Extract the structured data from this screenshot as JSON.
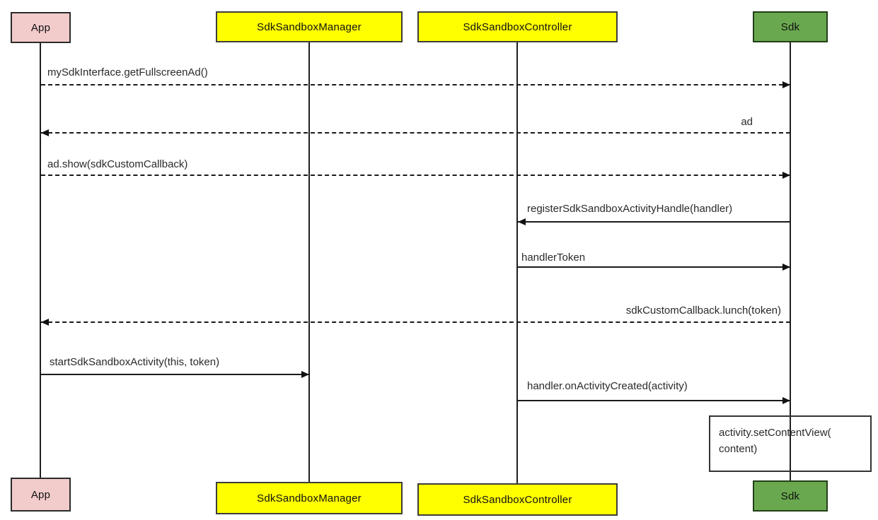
{
  "diagram": {
    "type": "uml-sequence-diagram",
    "background_color": "#ffffff",
    "actors": [
      {
        "id": "app",
        "label": "App",
        "fill": "#f2cbcb",
        "border": "#2b2b2b"
      },
      {
        "id": "sdk-sandbox-manager",
        "label": "SdkSandboxManager",
        "fill": "#ffff00",
        "border": "#3d3d3d"
      },
      {
        "id": "sdk-sandbox-controller",
        "label": "SdkSandboxController",
        "fill": "#ffff00",
        "border": "#3d3d3d"
      },
      {
        "id": "sdk",
        "label": "Sdk",
        "fill": "#6aa84f",
        "border": "#233f18"
      }
    ],
    "messages": [
      {
        "label": "mySdkInterface.getFullscreenAd()",
        "from": "app",
        "to": "sdk",
        "style": "dashed"
      },
      {
        "label": "ad",
        "from": "sdk",
        "to": "app",
        "style": "dashed"
      },
      {
        "label": "ad.show(sdkCustomCallback)",
        "from": "app",
        "to": "sdk",
        "style": "dashed"
      },
      {
        "label": "registerSdkSandboxActivityHandle(handler)",
        "from": "sdk",
        "to": "sdk-sandbox-controller",
        "style": "solid"
      },
      {
        "label": "handlerToken",
        "from": "sdk-sandbox-controller",
        "to": "sdk",
        "style": "solid"
      },
      {
        "label": "sdkCustomCallback.lunch(token)",
        "from": "sdk",
        "to": "app",
        "style": "dashed"
      },
      {
        "label": "startSdkSandboxActivity(this, token)",
        "from": "app",
        "to": "sdk-sandbox-manager",
        "style": "solid"
      },
      {
        "label": "handler.onActivityCreated(activity)",
        "from": "sdk-sandbox-controller",
        "to": "sdk",
        "style": "solid"
      }
    ],
    "note": {
      "line1": "activity.setContentView(",
      "line2": "content)"
    }
  }
}
